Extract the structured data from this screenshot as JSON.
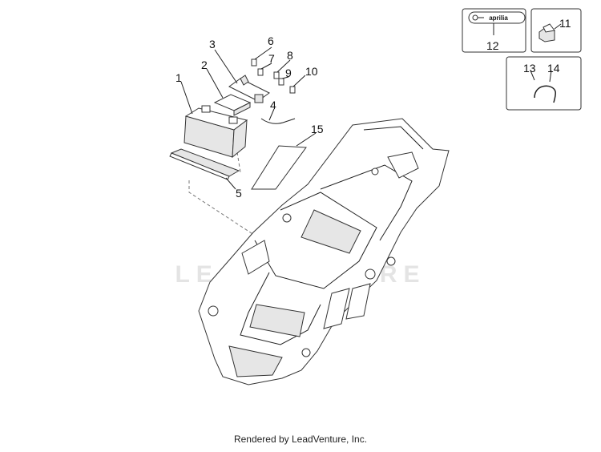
{
  "callouts": {
    "c1": "1",
    "c2": "2",
    "c3": "3",
    "c4": "4",
    "c5": "5",
    "c6": "6",
    "c7": "7",
    "c8": "8",
    "c9": "9",
    "c10": "10",
    "c11": "11",
    "c12": "12",
    "c13": "13",
    "c14": "14",
    "c15": "15"
  },
  "key_tag_text": "aprilia",
  "watermark": "LEADVENTURE",
  "footer": "Rendered by LeadVenture, Inc."
}
